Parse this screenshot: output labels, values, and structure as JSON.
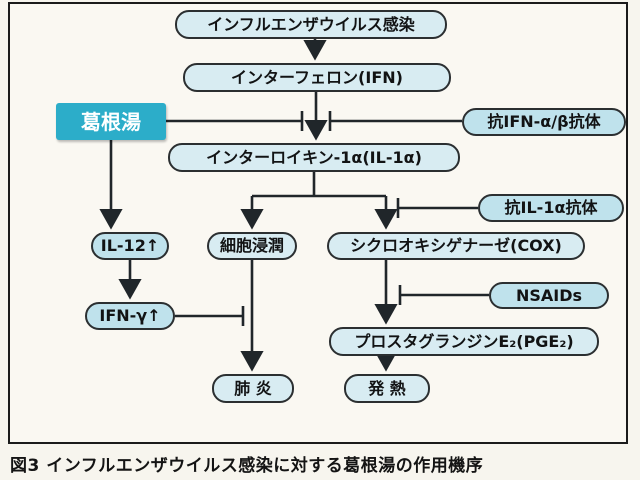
{
  "figure": {
    "caption": "図3 インフルエンザウイルス感染に対する葛根湯の作用機序"
  },
  "nodes": {
    "infection": "インフルエンザウイルス感染",
    "ifn": "インターフェロン(IFN)",
    "kakkonto": "葛根湯",
    "anti_ifn": "抗IFN-α/β抗体",
    "il1a": "インターロイキン-1α(IL-1α)",
    "anti_il1a": "抗IL-1α抗体",
    "il12": "IL-12↑",
    "cell_infiltration": "細胞浸潤",
    "cox": "シクロオキシゲナーゼ(COX)",
    "nsaids": "NSAIDs",
    "ifn_gamma": "IFN-γ↑",
    "pge2": "プロスタグランジンE₂(PGE₂)",
    "pneumonia": "肺 炎",
    "fever": "発 熱"
  },
  "colors": {
    "node_fill": "#d8ecf2",
    "accent_node_fill": "#bfe2ec",
    "kakkonto_fill": "#2cadc9",
    "kakkonto_text": "#ffffff",
    "arrow": "#20262a",
    "frame_border": "#1b1b1b",
    "paper_background": "#f7f5ee"
  }
}
